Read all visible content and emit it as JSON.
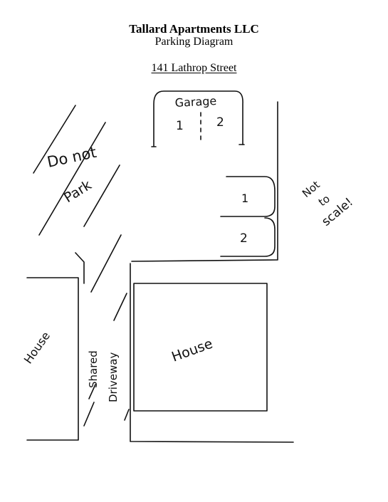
{
  "header": {
    "company": "Tallard Apartments LLC",
    "document_type": "Parking Diagram",
    "address": "141 Lathrop Street"
  },
  "diagram": {
    "garage": {
      "label": "Garage",
      "space_1": "1",
      "space_2": "2"
    },
    "side_spaces": {
      "space_1": "1",
      "space_2": "2"
    },
    "no_parking": {
      "line1": "Do not",
      "line2": "Park"
    },
    "not_to_scale": {
      "line1": "Not",
      "line2": "to",
      "line3": "scale!"
    },
    "neighbor_house": "House",
    "main_house": "House",
    "driveway": {
      "line1": "Shared",
      "line2": "Driveway"
    }
  }
}
